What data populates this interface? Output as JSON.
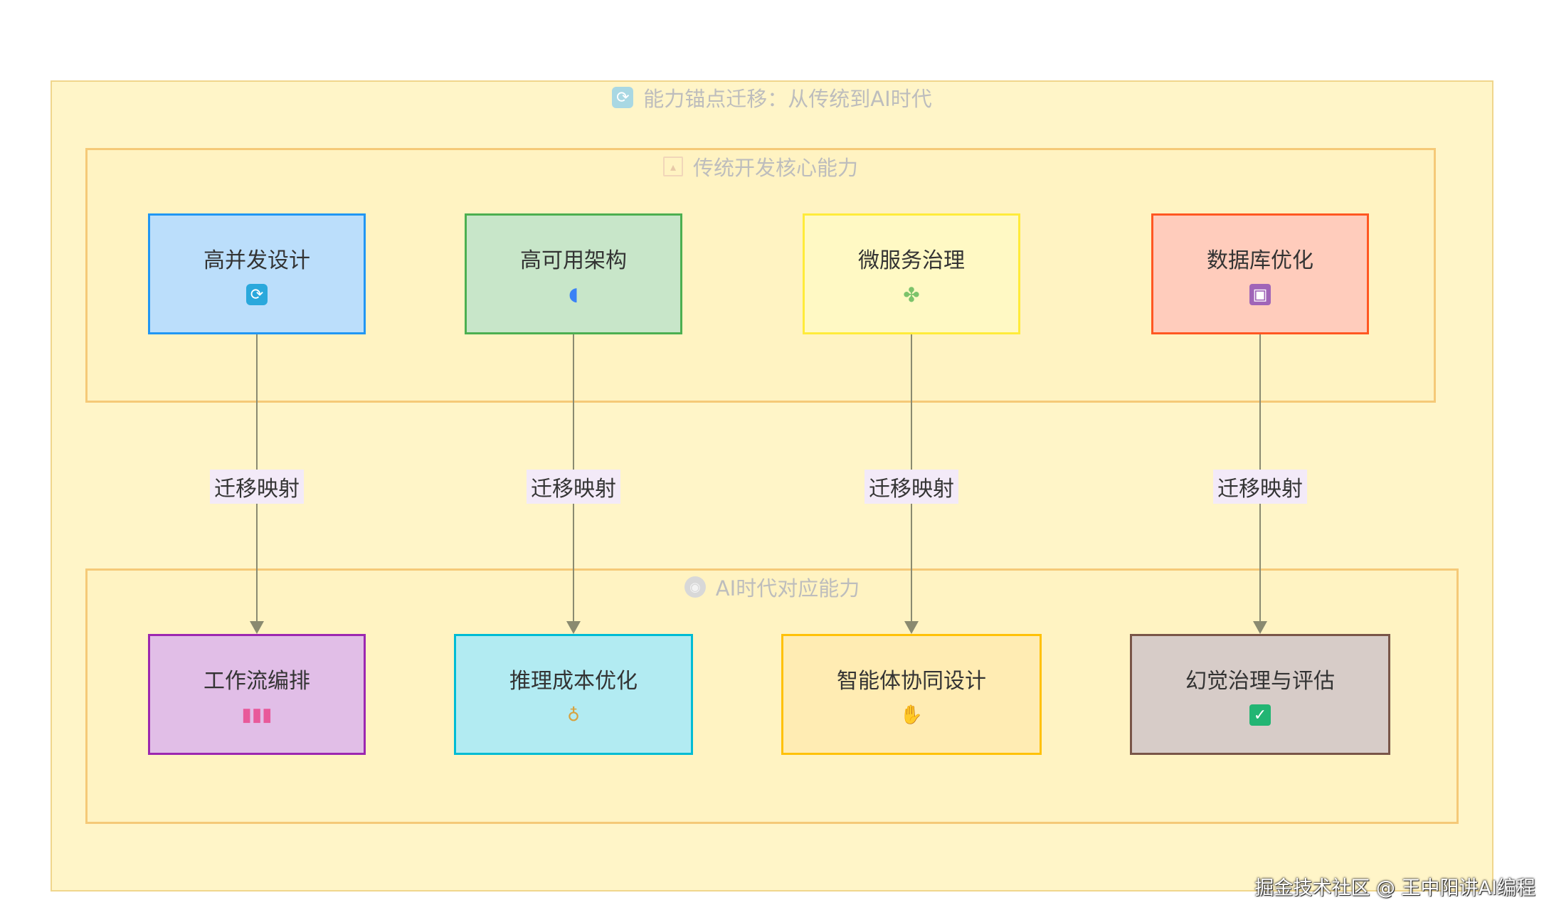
{
  "diagram": {
    "title": "能力锚点迁移：从传统到AI时代",
    "title_icon": "refresh-icon",
    "groups": {
      "traditional": {
        "title": "传统开发核心能力",
        "icon": "chart-icon"
      },
      "ai_era": {
        "title": "AI时代对应能力",
        "icon": "robot-icon"
      }
    },
    "traditional_nodes": [
      {
        "label": "高并发设计",
        "icon": "refresh-icon",
        "glyph": "⟳",
        "fill": "#bbdefb",
        "stroke": "#2196f3"
      },
      {
        "label": "高可用架构",
        "icon": "shield-icon",
        "glyph": "◖",
        "fill": "#c8e6c9",
        "stroke": "#4caf50"
      },
      {
        "label": "微服务治理",
        "icon": "puzzle-icon",
        "glyph": "✤",
        "fill": "#fff9c4",
        "stroke": "#ffeb3b"
      },
      {
        "label": "数据库优化",
        "icon": "floppy-disk-icon",
        "glyph": "▣",
        "fill": "#ffccbc",
        "stroke": "#ff5722"
      }
    ],
    "ai_nodes": [
      {
        "label": "工作流编排",
        "icon": "bar-chart-icon",
        "glyph": "▮▮▮",
        "fill": "#e1bee7",
        "stroke": "#9c27b0"
      },
      {
        "label": "推理成本优化",
        "icon": "money-bag-icon",
        "glyph": "♁",
        "fill": "#b2ebf2",
        "stroke": "#00bcd4"
      },
      {
        "label": "智能体协同设计",
        "icon": "handshake-icon",
        "glyph": "✋",
        "fill": "#ffecb3",
        "stroke": "#ffc107"
      },
      {
        "label": "幻觉治理与评估",
        "icon": "check-mark-icon",
        "glyph": "✓",
        "fill": "#d7ccc8",
        "stroke": "#795548"
      }
    ],
    "edges": [
      {
        "from": "高并发设计",
        "to": "工作流编排",
        "label": "迁移映射"
      },
      {
        "from": "高可用架构",
        "to": "推理成本优化",
        "label": "迁移映射"
      },
      {
        "from": "微服务治理",
        "to": "智能体协同设计",
        "label": "迁移映射"
      },
      {
        "from": "数据库优化",
        "to": "幻觉治理与评估",
        "label": "迁移映射"
      }
    ],
    "edge_color": "#8a8a70"
  },
  "watermark": "掘金技术社区 @ 王中阳讲AI编程"
}
